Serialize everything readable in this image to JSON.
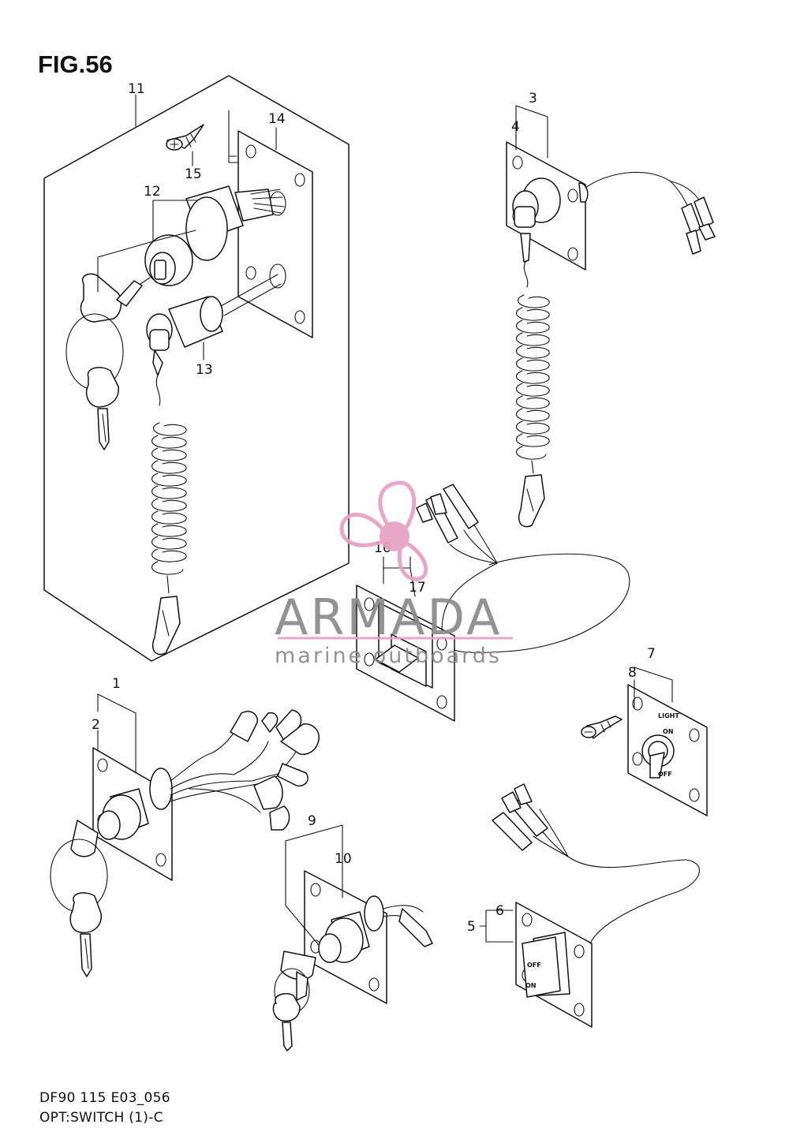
{
  "figure_title": "FIG.56",
  "footer": {
    "code": "DF90 115 E03_056",
    "name": "OPT:SWITCH (1)-C"
  },
  "watermark": {
    "name": "ARMADA",
    "tagline": "marine outboards",
    "accent_color": "#e8a0c4",
    "text_color": "#8a8a8a",
    "icon": "propeller-icon"
  },
  "callouts": {
    "c1": "1",
    "c2": "2",
    "c3": "3",
    "c4": "4",
    "c5": "5",
    "c6": "6",
    "c7": "7",
    "c8": "8",
    "c9": "9",
    "c10": "10",
    "c11": "11",
    "c12": "12",
    "c13": "13",
    "c14": "14",
    "c15": "15",
    "c16": "16",
    "c17": "17"
  },
  "plate_labels": {
    "light": "LIGHT",
    "on": "ON",
    "off": "OFF",
    "rocker_off": "OFF",
    "rocker_on": "ON"
  }
}
